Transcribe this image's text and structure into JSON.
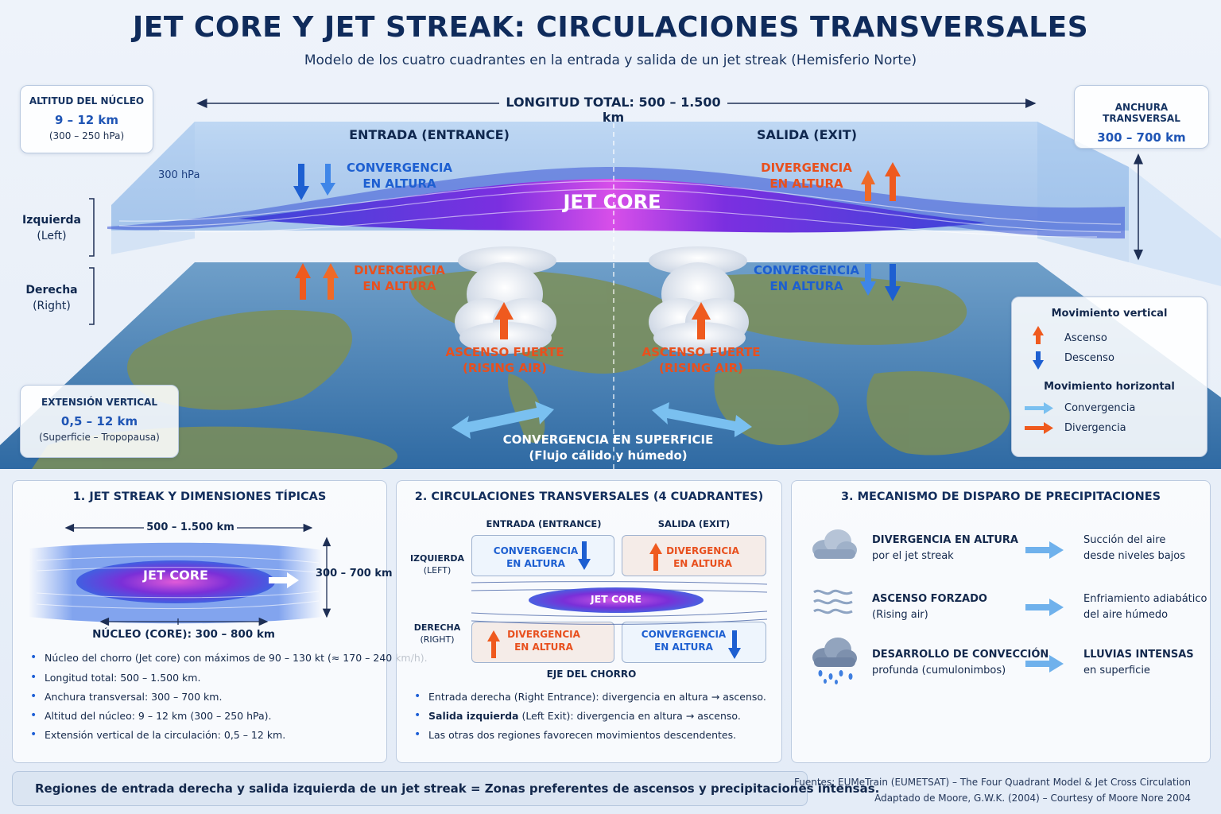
{
  "header": {
    "title": "JET CORE Y JET STREAK: CIRCULACIONES TRANSVERSALES",
    "subtitle": "Modelo de los cuatro cuadrantes en la entrada y salida de un jet streak (Hemisferio Norte)"
  },
  "boxes": {
    "altitude": {
      "head": "ALTITUD DEL NÚCLEO",
      "value": "9 – 12 km",
      "sub": "(300 – 250 hPa)"
    },
    "width": {
      "head": "ANCHURA TRANSVERSAL",
      "value": "300 – 700 km"
    },
    "vertical": {
      "head": "EXTENSIÓN VERTICAL",
      "value": "0,5 – 12 km",
      "sub": "(Superficie – Tropopausa)"
    }
  },
  "main": {
    "length_label": "LONGITUD TOTAL: 500 – 1.500 km",
    "entrance": "ENTRADA (ENTRANCE)",
    "exit": "SALIDA (EXIT)",
    "level": "300 hPa",
    "jet_core": "JET CORE",
    "left_side": [
      "Izquierda",
      "(Left)"
    ],
    "right_side": [
      "Derecha",
      "(Right)"
    ],
    "q_entrance_left": [
      "CONVERGENCIA",
      "EN ALTURA"
    ],
    "q_exit_left": [
      "DIVERGENCIA",
      "EN ALTURA"
    ],
    "q_entrance_right": [
      "DIVERGENCIA",
      "EN ALTURA"
    ],
    "q_exit_right": [
      "CONVERGENCIA",
      "EN ALTURA"
    ],
    "rising_1": [
      "ASCENSO FUERTE",
      "(RISING AIR)"
    ],
    "rising_2": [
      "ASCENSO FUERTE",
      "(RISING AIR)"
    ],
    "surface": [
      "CONVERGENCIA EN SUPERFICIE",
      "(Flujo cálido y húmedo)"
    ]
  },
  "legend": {
    "vertical_title": "Movimiento vertical",
    "ascent": "Ascenso",
    "descent": "Descenso",
    "horizontal_title": "Movimiento horizontal",
    "convergence": "Convergencia",
    "divergence": "Divergencia"
  },
  "panel1": {
    "title": "1. JET STREAK Y DIMENSIONES TÍPICAS",
    "length": "500 – 1.500 km",
    "width": "300 – 700 km",
    "core": "JET CORE",
    "core_dim": "NÚCLEO (CORE): 300 – 800 km",
    "bullets": [
      "Núcleo del chorro (Jet core) con máximos de 90 – 130 kt (≈ 170 – 240 km/h).",
      "Longitud total: 500 – 1.500 km.",
      "Anchura transversal: 300 – 700 km.",
      "Altitud del núcleo: 9 – 12 km (300 – 250 hPa).",
      "Extensión vertical de la circulación: 0,5 – 12 km."
    ]
  },
  "panel2": {
    "title": "2. CIRCULACIONES TRANSVERSALES (4 CUADRANTES)",
    "entrance": "ENTRADA (ENTRANCE)",
    "exit": "SALIDA (EXIT)",
    "left": [
      "IZQUIERDA",
      "(LEFT)"
    ],
    "right": [
      "DERECHA",
      "(RIGHT)"
    ],
    "ql_entrance": [
      "CONVERGENCIA",
      "EN ALTURA"
    ],
    "ql_exit": [
      "DIVERGENCIA",
      "EN ALTURA"
    ],
    "qr_entrance": [
      "DIVERGENCIA",
      "EN ALTURA"
    ],
    "qr_exit": [
      "CONVERGENCIA",
      "EN ALTURA"
    ],
    "core": "JET CORE",
    "axis": "EJE DEL CHORRO",
    "b1_bold": "Entrada derecha",
    "b1_rest": " (Right Entrance): divergencia en altura → ascenso.",
    "b2_bold": "Salida izquierda",
    "b2_rest": " (Left Exit): divergencia en altura → ascenso.",
    "b3": "Las otras dos regiones favorecen movimientos descendentes."
  },
  "panel3": {
    "title": "3. MECANISMO DE DISPARO DE PRECIPITACIONES",
    "r1_h": "DIVERGENCIA EN ALTURA",
    "r1_s": "por el jet streak",
    "r1_out": [
      "Succión del aire",
      "desde niveles bajos"
    ],
    "r2_h": "ASCENSO FORZADO",
    "r2_s": "(Rising air)",
    "r2_out": [
      "Enfriamiento adiabático",
      "del aire húmedo"
    ],
    "r3_h": "DESARROLLO DE CONVECCIÓN",
    "r3_s": "profunda (cumulonimbos)",
    "r3_out_h": "LLUVIAS INTENSAS",
    "r3_out_s": "en superficie"
  },
  "footer": {
    "summary": "Regiones de entrada derecha y salida izquierda de un jet streak = Zonas preferentes de ascensos y precipitaciones intensas.",
    "source1": "Fuentes: EUMeTrain (EUMETSAT) – The Four Quadrant Model & Jet Cross Circulation",
    "source2": "Adaptado de Moore, G.W.K. (2004) – Courtesy of Moore Nore 2004"
  }
}
